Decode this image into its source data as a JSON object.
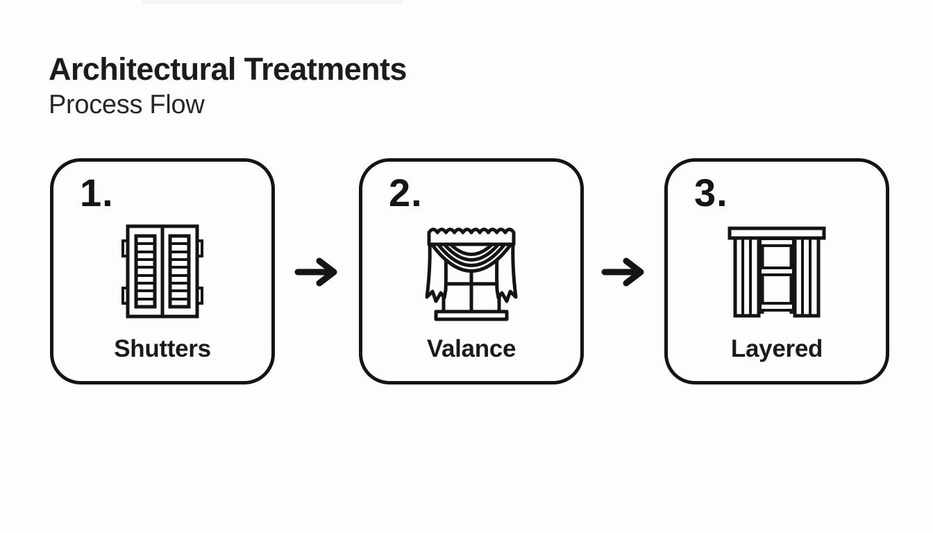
{
  "page": {
    "background_color": "#fcfdfd",
    "ink_color": "#141414"
  },
  "header": {
    "title": "Architectural Treatments",
    "subtitle": "Process Flow"
  },
  "flow": {
    "connector_icon": "arrow-right-icon",
    "steps": [
      {
        "number": "1.",
        "label": "Shutters",
        "icon": "shutters-icon"
      },
      {
        "number": "2.",
        "label": "Valance",
        "icon": "valance-icon"
      },
      {
        "number": "3.",
        "label": "Layered",
        "icon": "layered-curtains-icon"
      }
    ]
  }
}
